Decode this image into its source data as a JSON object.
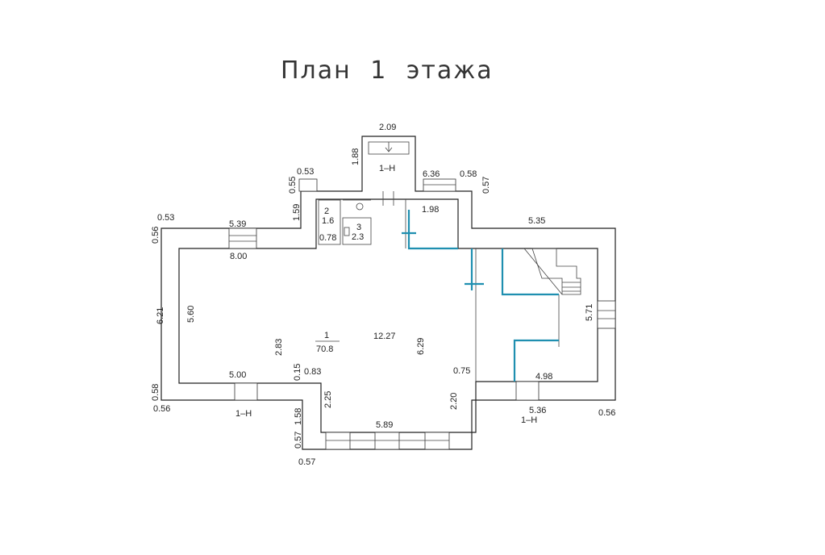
{
  "title": "План 1 этажа",
  "room_labels": {
    "room1_number": "1",
    "room1_area": "70.8",
    "room2_number": "2",
    "room2_area": "1.6",
    "room3_number": "3",
    "room3_area": "2.3",
    "entrance_top": "1–Н",
    "entrance_left": "1–Н",
    "entrance_right": "1–Н"
  },
  "dimensions": {
    "d_2_09": "2.09",
    "d_1_88": "1.88",
    "d_0_53_top": "0.53",
    "d_0_55": "0.55",
    "d_6_36": "6.36",
    "d_0_58_top": "0.58",
    "d_0_57_top": "0.57",
    "d_1_59": "1.59",
    "d_1_98": "1.98",
    "d_0_53_left": "0.53",
    "d_5_39": "5.39",
    "d_0_56_left": "0.56",
    "d_0_78": "0.78",
    "d_8_00": "8.00",
    "d_5_35": "5.35",
    "d_6_21": "6.21",
    "d_5_60": "5.60",
    "d_2_83": "2.83",
    "d_12_27": "12.27",
    "d_6_29": "6.29",
    "d_5_71": "5.71",
    "d_0_15": "0.15",
    "d_0_83": "0.83",
    "d_5_00": "5.00",
    "d_0_75": "0.75",
    "d_4_98": "4.98",
    "d_0_58_left": "0.58",
    "d_0_56_bl": "0.56",
    "d_2_25": "2.25",
    "d_2_20": "2.20",
    "d_5_36": "5.36",
    "d_0_56_br": "0.56",
    "d_1_58": "1.58",
    "d_0_57_bl": "0.57",
    "d_5_89": "5.89",
    "d_0_57_bottom": "0.57"
  }
}
